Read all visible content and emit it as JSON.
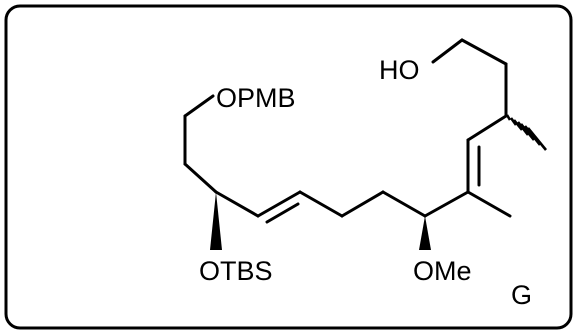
{
  "colors": {
    "frame": "#000000",
    "bond": "#000000",
    "text": "#000000",
    "background": "#ffffff"
  },
  "labels": {
    "hydroxyl": "HO",
    "pmb_ether": "OPMB",
    "tbs_ether": "OTBS",
    "methyl_ether": "OMe",
    "compound_id": "G"
  }
}
